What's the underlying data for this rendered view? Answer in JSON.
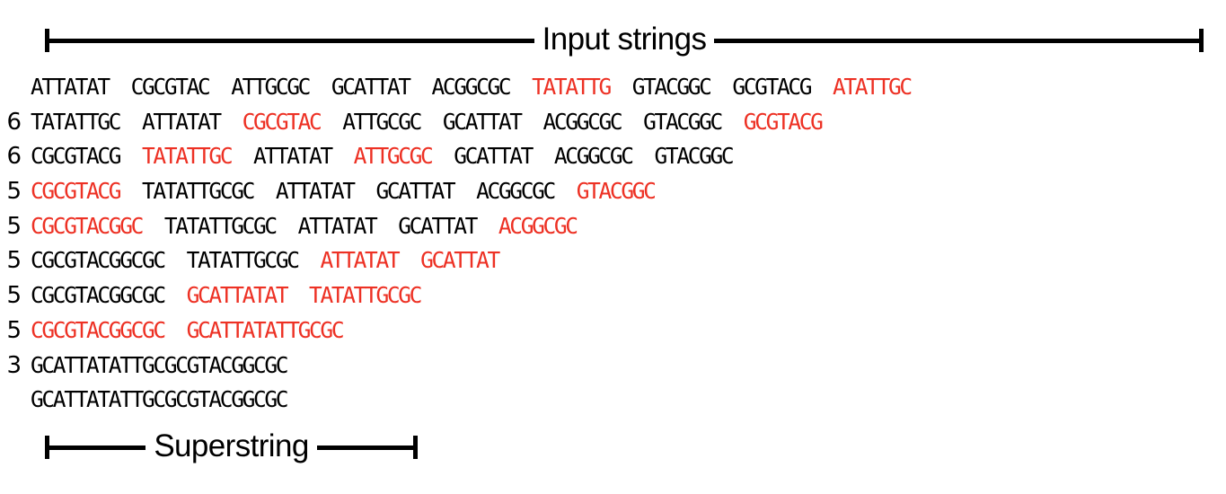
{
  "figure": {
    "title_top": "Input strings",
    "title_bottom": "Superstring",
    "colors": {
      "highlight": "#ED3124",
      "text": "#000000",
      "background": "#FFFFFF"
    }
  },
  "brackets": {
    "top": {
      "label": "Input strings",
      "name": "input-strings-bracket"
    },
    "bottom": {
      "label": "Superstring",
      "name": "superstring-bracket"
    }
  },
  "rows": [
    {
      "count": "",
      "tokens": [
        {
          "text": "ATTATAT",
          "red": false
        },
        {
          "text": "CGCGTAC",
          "red": false
        },
        {
          "text": "ATTGCGC",
          "red": false
        },
        {
          "text": "GCATTAT",
          "red": false
        },
        {
          "text": "ACGGCGC",
          "red": false
        },
        {
          "text": "TATATTG",
          "red": true
        },
        {
          "text": "GTACGGC",
          "red": false
        },
        {
          "text": "GCGTACG",
          "red": false
        },
        {
          "text": "ATATTGC",
          "red": true
        }
      ]
    },
    {
      "count": "6",
      "tokens": [
        {
          "text": "TATATTGC",
          "red": false
        },
        {
          "text": "ATTATAT",
          "red": false
        },
        {
          "text": "CGCGTAC",
          "red": true
        },
        {
          "text": "ATTGCGC",
          "red": false
        },
        {
          "text": "GCATTAT",
          "red": false
        },
        {
          "text": "ACGGCGC",
          "red": false
        },
        {
          "text": "GTACGGC",
          "red": false
        },
        {
          "text": "GCGTACG",
          "red": true
        }
      ]
    },
    {
      "count": "6",
      "tokens": [
        {
          "text": "CGCGTACG",
          "red": false
        },
        {
          "text": "TATATTGC",
          "red": true
        },
        {
          "text": "ATTATAT",
          "red": false
        },
        {
          "text": "ATTGCGC",
          "red": true
        },
        {
          "text": "GCATTAT",
          "red": false
        },
        {
          "text": "ACGGCGC",
          "red": false
        },
        {
          "text": "GTACGGC",
          "red": false
        }
      ]
    },
    {
      "count": "5",
      "tokens": [
        {
          "text": "CGCGTACG",
          "red": true
        },
        {
          "text": "TATATTGCGC",
          "red": false
        },
        {
          "text": "ATTATAT",
          "red": false
        },
        {
          "text": "GCATTAT",
          "red": false
        },
        {
          "text": "ACGGCGC",
          "red": false
        },
        {
          "text": "GTACGGC",
          "red": true
        }
      ]
    },
    {
      "count": "5",
      "tokens": [
        {
          "text": "CGCGTACGGC",
          "red": true
        },
        {
          "text": "TATATTGCGC",
          "red": false
        },
        {
          "text": "ATTATAT",
          "red": false
        },
        {
          "text": "GCATTAT",
          "red": false
        },
        {
          "text": "ACGGCGC",
          "red": true
        }
      ]
    },
    {
      "count": "5",
      "tokens": [
        {
          "text": "CGCGTACGGCGC",
          "red": false
        },
        {
          "text": "TATATTGCGC",
          "red": false
        },
        {
          "text": "ATTATAT",
          "red": true
        },
        {
          "text": "GCATTAT",
          "red": true
        }
      ]
    },
    {
      "count": "5",
      "tokens": [
        {
          "text": "CGCGTACGGCGC",
          "red": false
        },
        {
          "text": "GCATTATAT",
          "red": true
        },
        {
          "text": "TATATTGCGC",
          "red": true
        }
      ]
    },
    {
      "count": "5",
      "tokens": [
        {
          "text": "CGCGTACGGCGC",
          "red": true
        },
        {
          "text": "GCATTATATTGCGC",
          "red": true
        }
      ]
    },
    {
      "count": "3",
      "tokens": [
        {
          "text": "GCATTATATTGCGCGTACGGCGC",
          "red": false
        }
      ]
    },
    {
      "count": "",
      "tokens": [
        {
          "text": "GCATTATATTGCGCGTACGGCGC",
          "red": false
        }
      ]
    }
  ]
}
